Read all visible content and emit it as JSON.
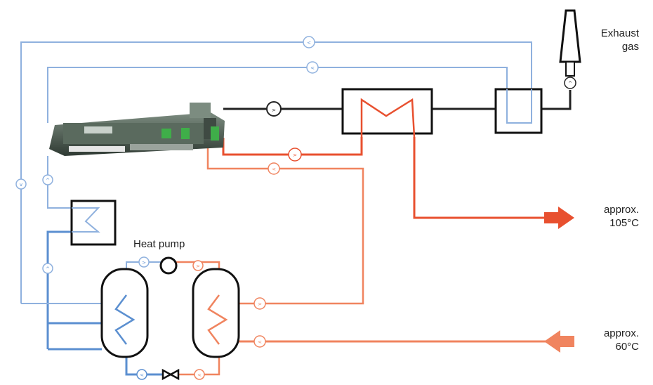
{
  "labels": {
    "exhaust_line1": "Exhaust",
    "exhaust_line2": "gas",
    "heat_pump": "Heat pump",
    "hot_line1": "approx.",
    "hot_line2": "105°C",
    "return_line1": "approx.",
    "return_line2": "60°C"
  },
  "colors": {
    "cold_water": "#5b8fd0",
    "cold_water_dark": "#3d72c0",
    "hot_water": "#e8502f",
    "warm_water": "#f0845f",
    "exhaust": "#222222",
    "engine_body": "#4d5e52",
    "engine_accent": "#3fae49"
  },
  "icons": [
    "pump-icon",
    "valve-icon",
    "heat-exchanger-icon",
    "chimney-icon",
    "engine-icon",
    "arrow-out-icon",
    "arrow-in-icon",
    "storage-tank-icon",
    "compressor-icon"
  ]
}
